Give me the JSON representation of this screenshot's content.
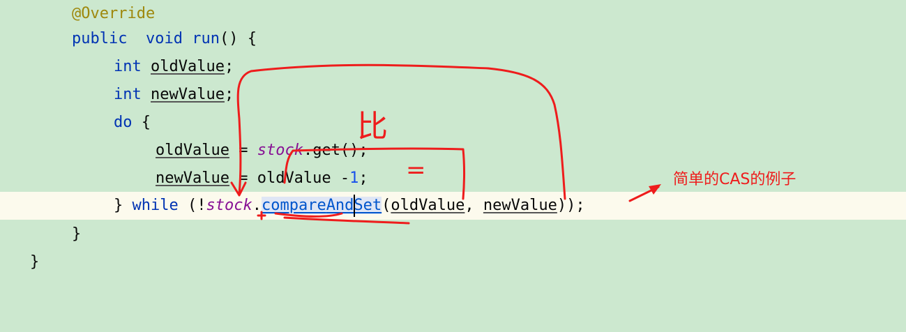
{
  "code": {
    "l1": {
      "ann": "@Override"
    },
    "l2": {
      "kw_public": "public",
      "kw_void": "void",
      "method": "run",
      "rest": "() {"
    },
    "l3": {
      "kw": "int",
      "var": "oldValue",
      "end": ";"
    },
    "l4": {
      "kw": "int",
      "var": "newValue",
      "end": ";"
    },
    "l5": {
      "kw": "do",
      "rest": " {"
    },
    "l6": {
      "var": "oldValue",
      "eq": " = ",
      "field": "stock",
      "rest": ".get();"
    },
    "l7": {
      "var": "newValue",
      "mid": " = oldValue -",
      "num": "1",
      "end": ";"
    },
    "l8": {
      "brace": "} ",
      "kw": "while",
      "open": " (!",
      "field": "stock",
      "dot": ".",
      "method_a": "compare",
      "method_b": "AndSet",
      "paren": "(",
      "arg1": "oldValue",
      "comma": ", ",
      "arg2": "newValue",
      "close": "));"
    },
    "l9": {
      "text": "}"
    },
    "l10": {
      "text": "}"
    }
  },
  "annotations": {
    "note": "简单的CAS的例子",
    "mark_ne": "比",
    "mark_eq": "=",
    "color": "#ee1c1c"
  }
}
